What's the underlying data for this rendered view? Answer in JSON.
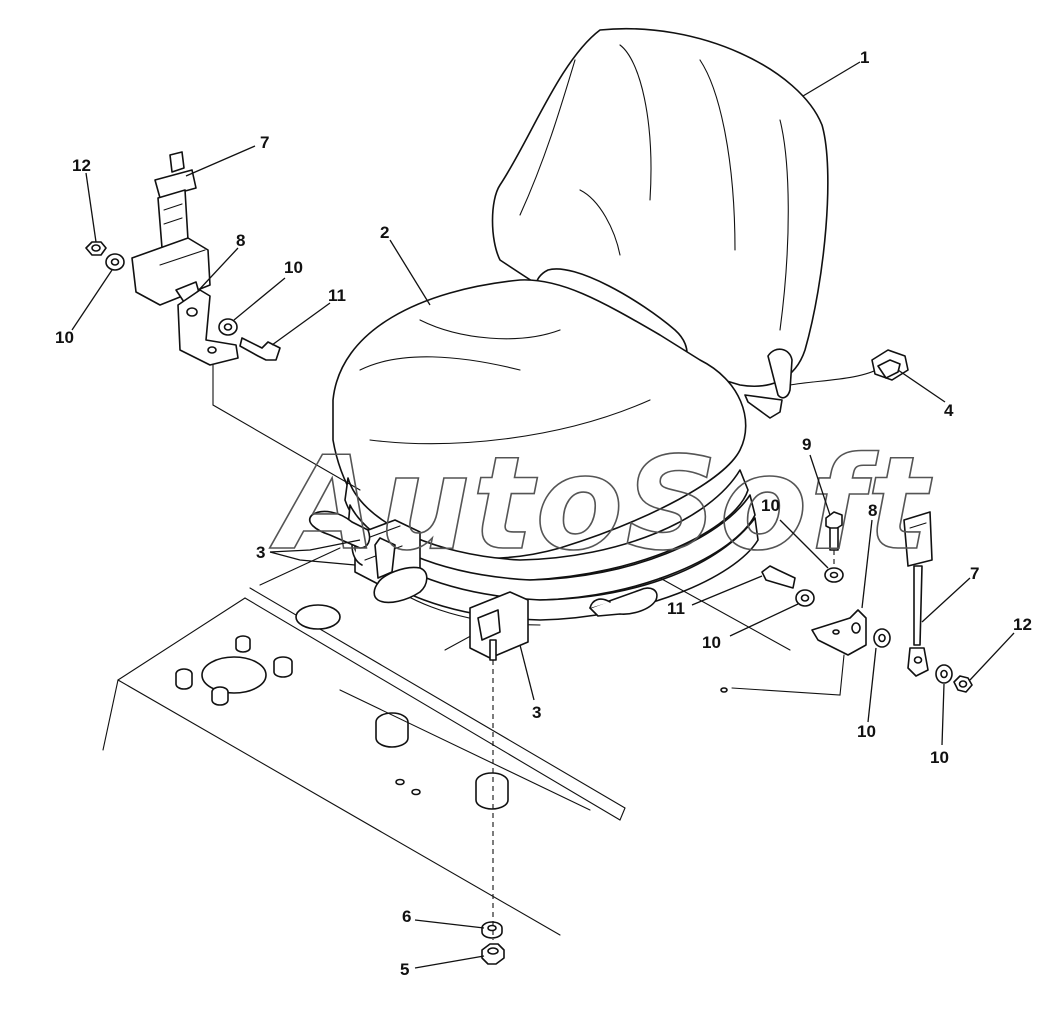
{
  "diagram": {
    "watermark": "AutoSoft",
    "callouts": [
      {
        "id": "c1",
        "label": "1"
      },
      {
        "id": "c2",
        "label": "2"
      },
      {
        "id": "c3a",
        "label": "3"
      },
      {
        "id": "c3b",
        "label": "3"
      },
      {
        "id": "c4",
        "label": "4"
      },
      {
        "id": "c5",
        "label": "5"
      },
      {
        "id": "c6",
        "label": "6"
      },
      {
        "id": "c7a",
        "label": "7"
      },
      {
        "id": "c7b",
        "label": "7"
      },
      {
        "id": "c8a",
        "label": "8"
      },
      {
        "id": "c8b",
        "label": "8"
      },
      {
        "id": "c9",
        "label": "9"
      },
      {
        "id": "c10a",
        "label": "10"
      },
      {
        "id": "c10b",
        "label": "10"
      },
      {
        "id": "c10c",
        "label": "10"
      },
      {
        "id": "c10d",
        "label": "10"
      },
      {
        "id": "c10e",
        "label": "10"
      },
      {
        "id": "c10f",
        "label": "10"
      },
      {
        "id": "c11a",
        "label": "11"
      },
      {
        "id": "c11b",
        "label": "11"
      },
      {
        "id": "c12a",
        "label": "12"
      },
      {
        "id": "c12b",
        "label": "12"
      }
    ]
  }
}
